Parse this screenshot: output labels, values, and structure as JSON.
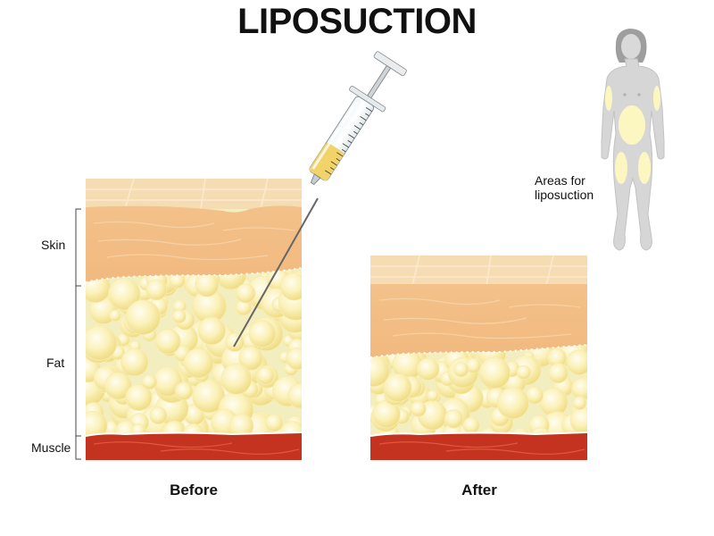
{
  "title": "LIPOSUCTION",
  "labels": {
    "skin": "Skin",
    "fat": "Fat",
    "muscle": "Muscle"
  },
  "captions": {
    "before": "Before",
    "after": "After"
  },
  "figure_note": {
    "line1": "Areas for",
    "line2": "liposuction"
  },
  "colors": {
    "skin_top": "#f5dbb1",
    "skin_dermis": "#f2bf86",
    "fat_background": "#f3eebf",
    "fat_cell": "#fbf0b3",
    "muscle": "#c33320",
    "syringe_fluid": "#f1d36a",
    "figure": "#d5d5d5",
    "target_area": "#fcf6c0"
  },
  "icons": {
    "syringe": "syringe-icon",
    "body": "female-body-silhouette"
  }
}
